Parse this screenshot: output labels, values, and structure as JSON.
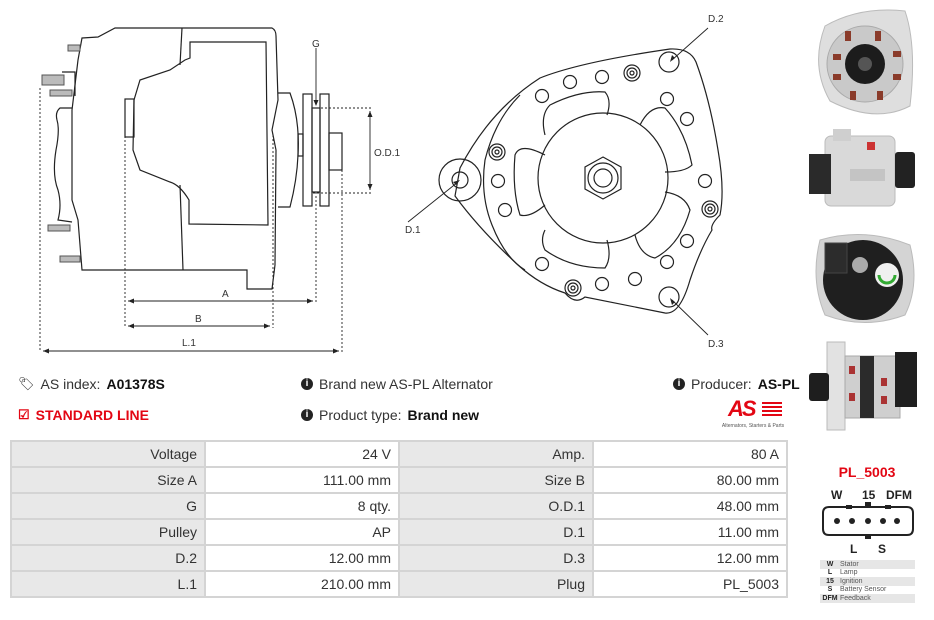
{
  "diagram_side": {
    "labels": {
      "g": "G",
      "od1": "O.D.1",
      "a": "A",
      "b": "B",
      "l1": "L.1"
    }
  },
  "diagram_front": {
    "labels": {
      "d1": "D.1",
      "d2": "D.2",
      "d3": "D.3"
    }
  },
  "info": {
    "as_index_label": "AS index:",
    "as_index_value": "A01378S",
    "line_label": "STANDARD LINE",
    "description": "Brand new AS-PL Alternator",
    "product_type_label": "Product type:",
    "product_type_value": "Brand new",
    "producer_label": "Producer:",
    "producer_value": "AS-PL"
  },
  "logo": {
    "text": "AS",
    "tagline": "Alternators, Starters & Parts",
    "color": "#e30613"
  },
  "specs": [
    {
      "l1": "Voltage",
      "v1": "24 V",
      "l2": "Amp.",
      "v2": "80 A"
    },
    {
      "l1": "Size A",
      "v1": "111.00 mm",
      "l2": "Size B",
      "v2": "80.00 mm"
    },
    {
      "l1": "G",
      "v1": "8 qty.",
      "l2": "O.D.1",
      "v2": "48.00 mm"
    },
    {
      "l1": "Pulley",
      "v1": "AP",
      "l2": "D.1",
      "v2": "11.00 mm"
    },
    {
      "l1": "D.2",
      "v1": "12.00 mm",
      "l2": "D.3",
      "v2": "12.00 mm"
    },
    {
      "l1": "L.1",
      "v1": "210.00 mm",
      "l2": "Plug",
      "v2": "PL_5003"
    }
  ],
  "photos": [
    {
      "name": "front-view"
    },
    {
      "name": "side-view-pulley-right"
    },
    {
      "name": "rear-view"
    },
    {
      "name": "side-view-pulley-left"
    }
  ],
  "plug": {
    "title": "PL_5003",
    "top_pins": [
      "W",
      "15",
      "DFM"
    ],
    "bottom_pins": [
      "L",
      "S"
    ],
    "legend": [
      {
        "key": "W",
        "desc": "Stator"
      },
      {
        "key": "L",
        "desc": "Lamp"
      },
      {
        "key": "15",
        "desc": "Ignition"
      },
      {
        "key": "S",
        "desc": "Battery Sensor"
      },
      {
        "key": "DFM",
        "desc": "Feedback"
      }
    ]
  }
}
